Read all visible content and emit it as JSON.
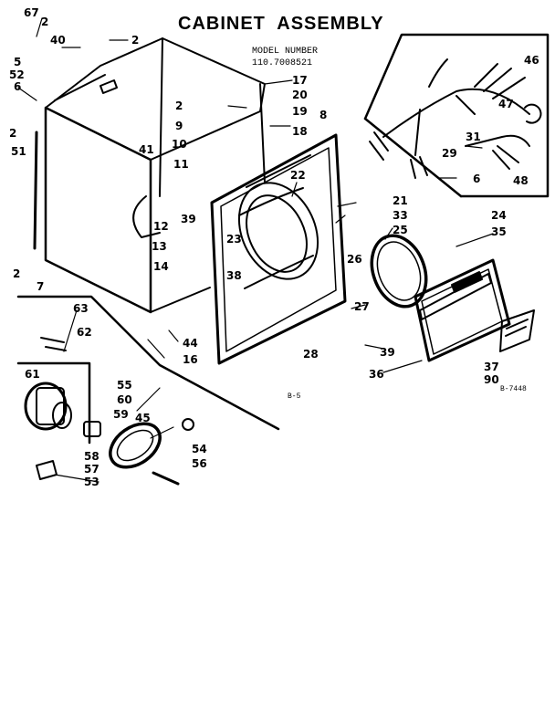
{
  "header": {
    "title": "CABINET  ASSEMBLY",
    "model_label": "MODEL NUMBER",
    "model_number": "110.7008521"
  },
  "footer": {
    "page_code": "B-5",
    "drawing_code": "B-7448"
  },
  "callouts": [
    "67",
    "2",
    "40",
    "2",
    "5",
    "52",
    "6",
    "2",
    "51",
    "2",
    "7",
    "41",
    "2",
    "9",
    "10",
    "11",
    "17",
    "20",
    "19",
    "8",
    "18",
    "22",
    "23",
    "12",
    "39",
    "13",
    "14",
    "38",
    "21",
    "33",
    "25",
    "26",
    "27",
    "28",
    "39",
    "24",
    "35",
    "36",
    "37",
    "90",
    "44",
    "16",
    "46",
    "47",
    "31",
    "29",
    "6",
    "48",
    "63",
    "62",
    "61",
    "55",
    "60",
    "59",
    "45",
    "54",
    "56",
    "58",
    "57",
    "53"
  ],
  "colors": {
    "ink": "#000000",
    "paper": "#ffffff"
  }
}
